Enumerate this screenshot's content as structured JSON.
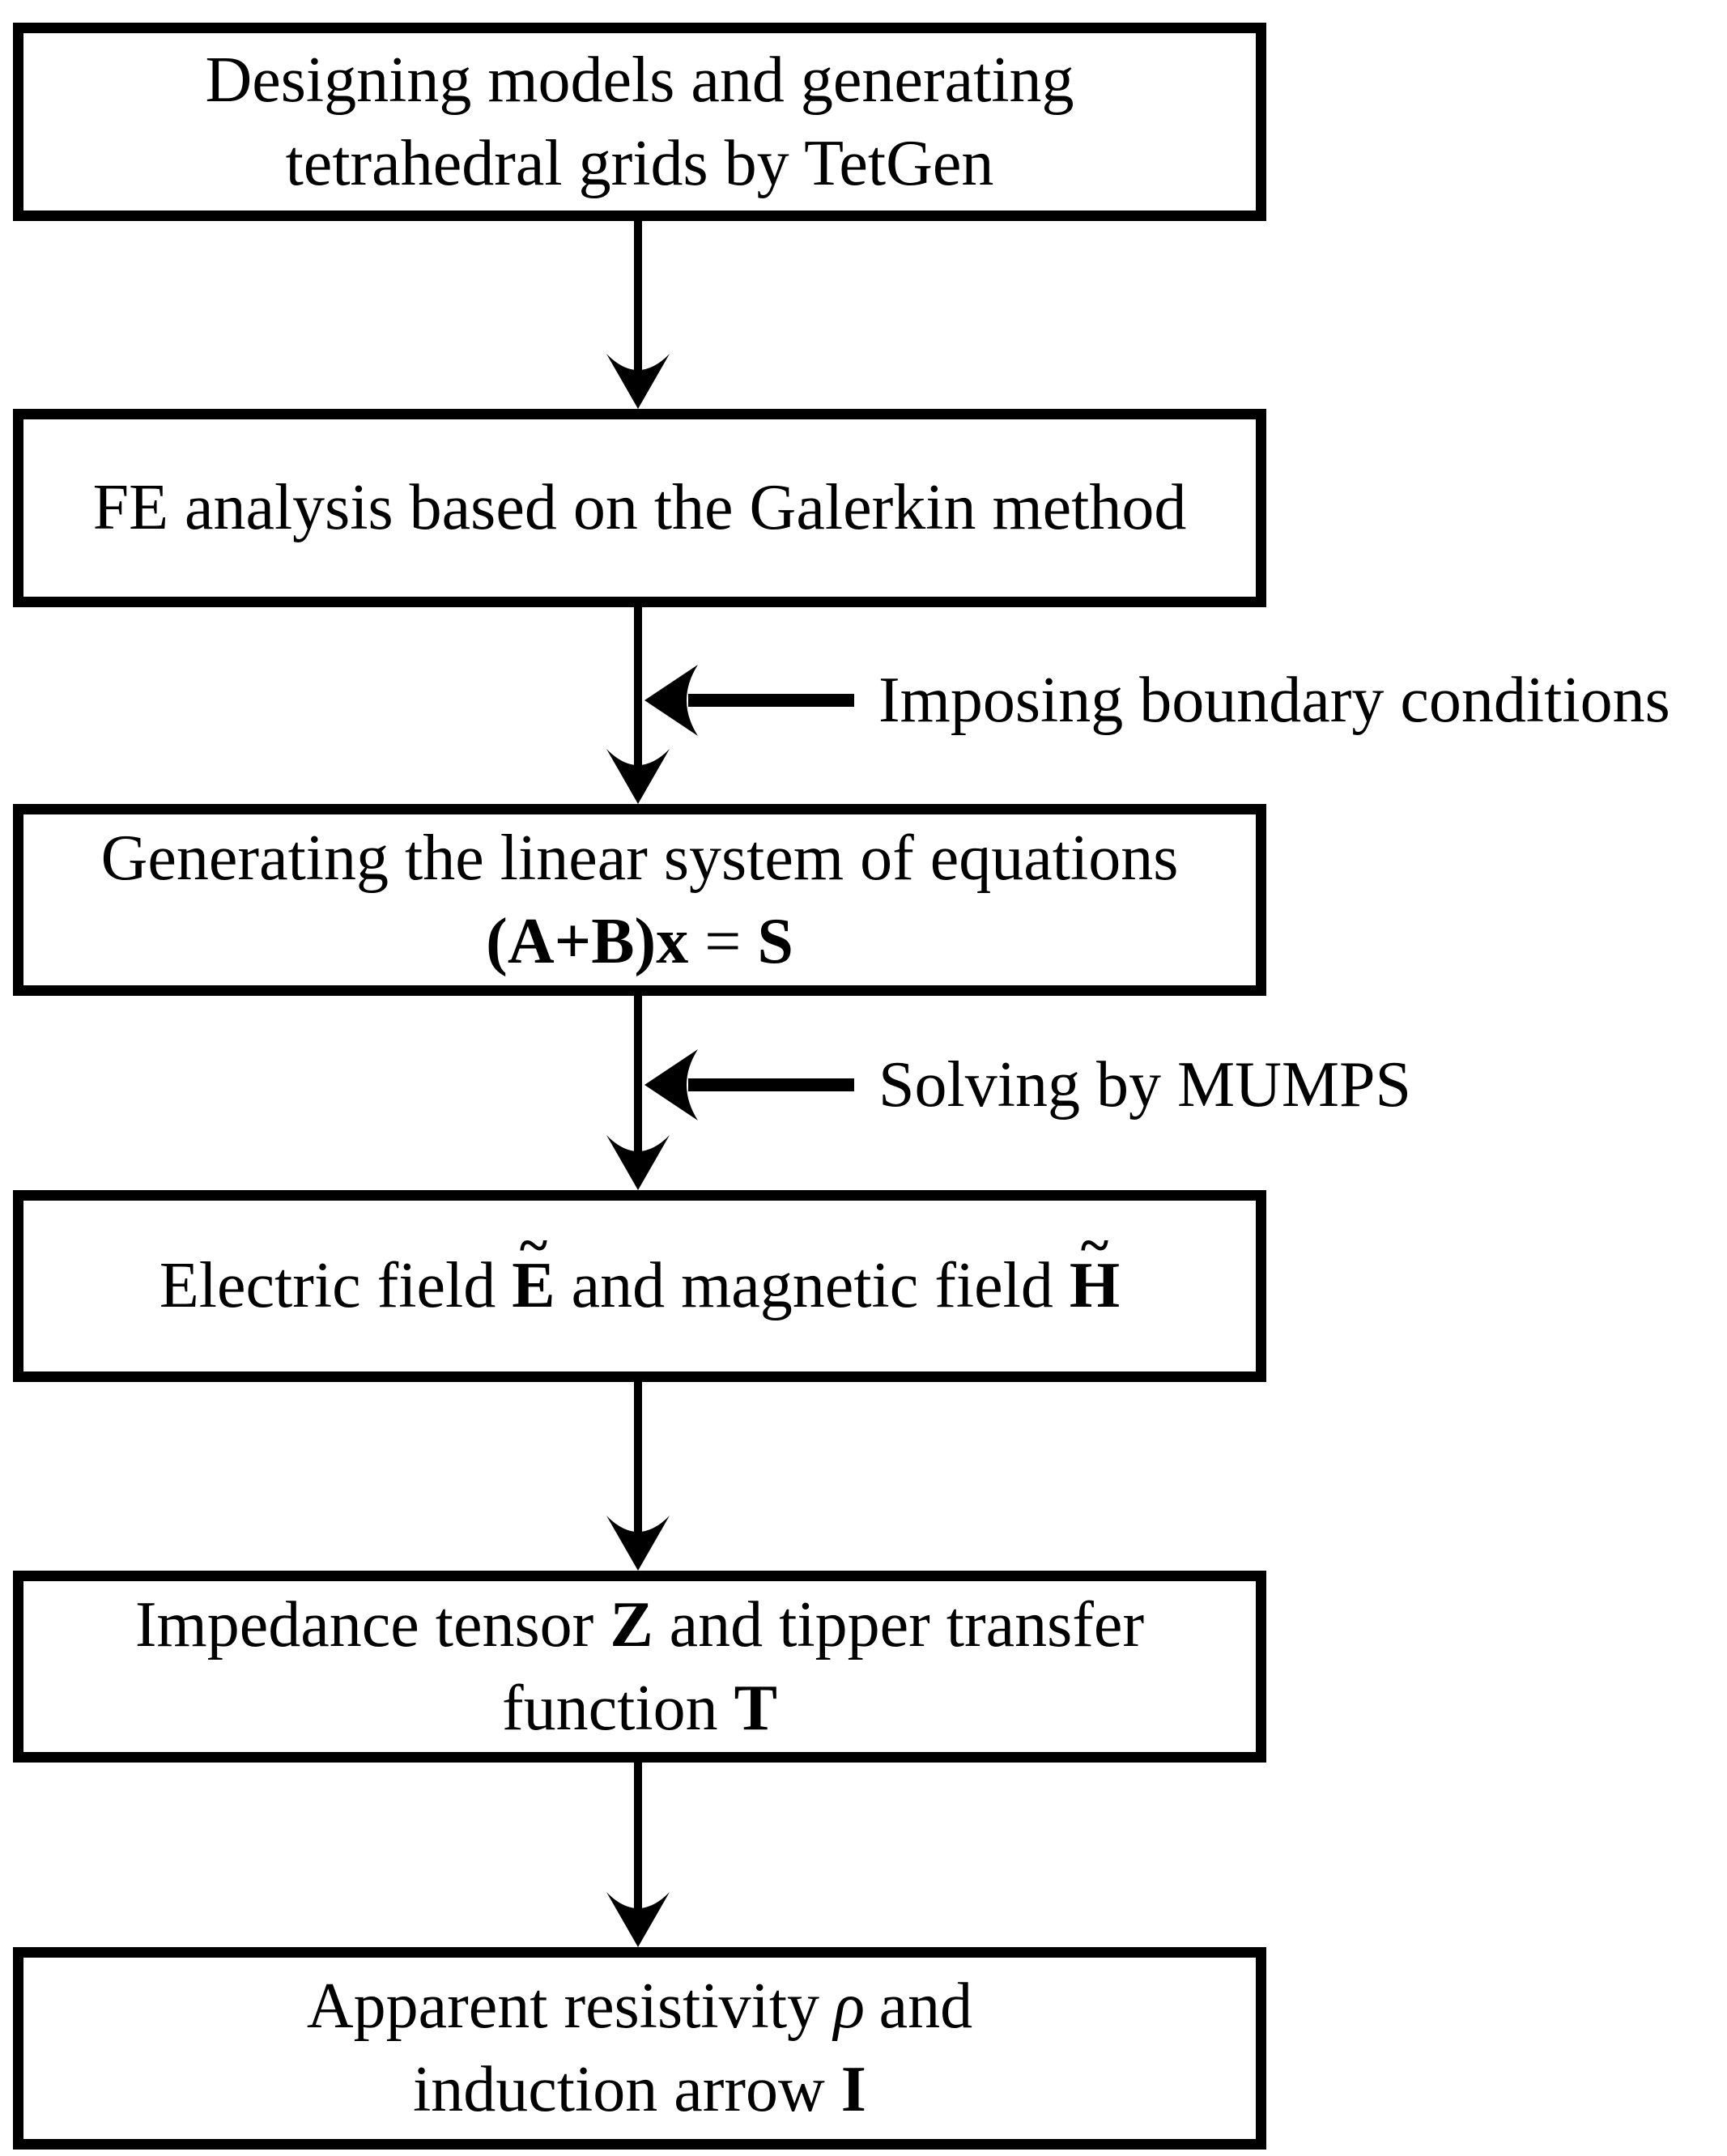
{
  "page": {
    "background_color": "#ffffff",
    "ink_color": "#000000"
  },
  "flowchart": {
    "boxes": [
      {
        "id": "box-designing-models",
        "lines": [
          [
            {
              "t": "Designing models and generating"
            }
          ],
          [
            {
              "t": "tetrahedral grids by TetGen"
            }
          ]
        ]
      },
      {
        "id": "box-fe-analysis",
        "lines": [
          [
            {
              "t": "FE analysis based on the Galerkin method"
            }
          ]
        ]
      },
      {
        "id": "box-linear-system",
        "lines": [
          [
            {
              "t": "Generating the linear system of equations"
            }
          ],
          [
            {
              "t": "(",
              "b": 1
            },
            {
              "t": "A",
              "b": 1
            },
            {
              "t": "+",
              "b": 1
            },
            {
              "t": "B",
              "b": 1
            },
            {
              "t": ")",
              "b": 1
            },
            {
              "t": "x",
              "b": 1
            },
            {
              "t": " = "
            },
            {
              "t": "S",
              "b": 1
            }
          ]
        ]
      },
      {
        "id": "box-fields",
        "lines": [
          [
            {
              "t": "Electric field "
            },
            {
              "t": "E",
              "b": 1,
              "tilde": 1
            },
            {
              "t": " and magnetic field "
            },
            {
              "t": "H",
              "b": 1,
              "tilde": 1
            }
          ]
        ]
      },
      {
        "id": "box-impedance-tipper",
        "lines": [
          [
            {
              "t": "Impedance tensor "
            },
            {
              "t": "Z",
              "b": 1
            },
            {
              "t": " and tipper transfer"
            }
          ],
          [
            {
              "t": "function "
            },
            {
              "t": "T",
              "b": 1
            }
          ]
        ]
      },
      {
        "id": "box-apparent-resistivity",
        "lines": [
          [
            {
              "t": "Apparent resistivity"
            },
            {
              "t": "ρ",
              "i": 1
            },
            {
              "t": "and"
            }
          ],
          [
            {
              "t": "induction arrow "
            },
            {
              "t": "I",
              "b": 1
            }
          ]
        ]
      }
    ],
    "edges": [
      {
        "from": "box-designing-models",
        "to": "box-fe-analysis"
      },
      {
        "from": "box-fe-analysis",
        "to": "box-linear-system"
      },
      {
        "from": "box-linear-system",
        "to": "box-fields"
      },
      {
        "from": "box-fields",
        "to": "box-impedance-tipper"
      },
      {
        "from": "box-impedance-tipper",
        "to": "box-apparent-resistivity"
      }
    ],
    "annotations": [
      {
        "id": "annotation-imposing-boundary",
        "label": "Imposing boundary conditions",
        "attached_edge": "box-fe-analysis → box-linear-system"
      },
      {
        "id": "annotation-solving-mumps",
        "label": "Solving by MUMPS",
        "attached_edge": "box-linear-system → box-fields"
      }
    ]
  }
}
